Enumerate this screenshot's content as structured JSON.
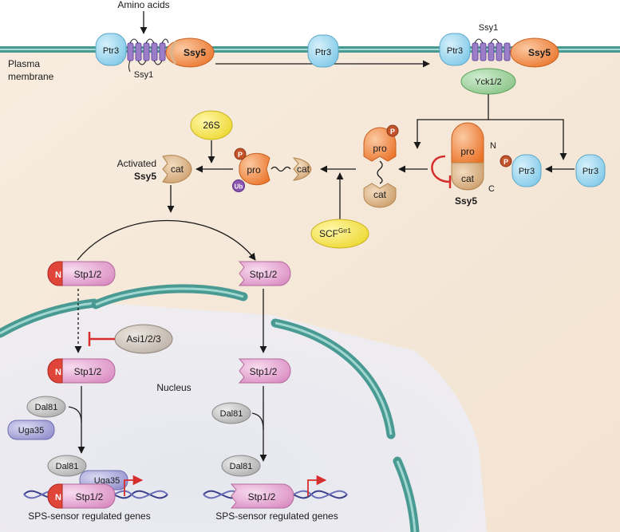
{
  "labels": {
    "amino_acids": "Amino acids",
    "plasma_membrane_1": "Plasma",
    "plasma_membrane_2": "membrane",
    "ptr3": "Ptr3",
    "ssy1": "Ssy1",
    "ssy5": "Ssy5",
    "yck": "Yck1/2",
    "proteasome": "26S",
    "activated_1": "Activated",
    "activated_2": "Ssy5",
    "pro": "pro",
    "cat": "cat",
    "p": "P",
    "ub": "Ub",
    "n": "N",
    "c": "C",
    "scf": "SCF",
    "scf_sup": "Grr1",
    "stp": "Stp1/2",
    "asi": "Asi1/2/3",
    "nucleus": "Nucleus",
    "dal81": "Dal81",
    "uga35": "Uga35",
    "sps_genes": "SPS-sensor regulated genes"
  },
  "colors": {
    "membrane": "#5aa6a0",
    "ptr3": "#9ed8f0",
    "ssy5": "#f08a3c",
    "yck": "#9fcf9a",
    "yellow": "#f5e34a",
    "stp": "#e7a8d3",
    "n_red": "#e0453a",
    "grey_protein": "#bdbdbd",
    "uga35": "#a9a8dc",
    "asi": "#cfc5bc",
    "phospho": "#c2532a",
    "ub": "#8a55b0",
    "inhibit": "#d62d2d"
  }
}
